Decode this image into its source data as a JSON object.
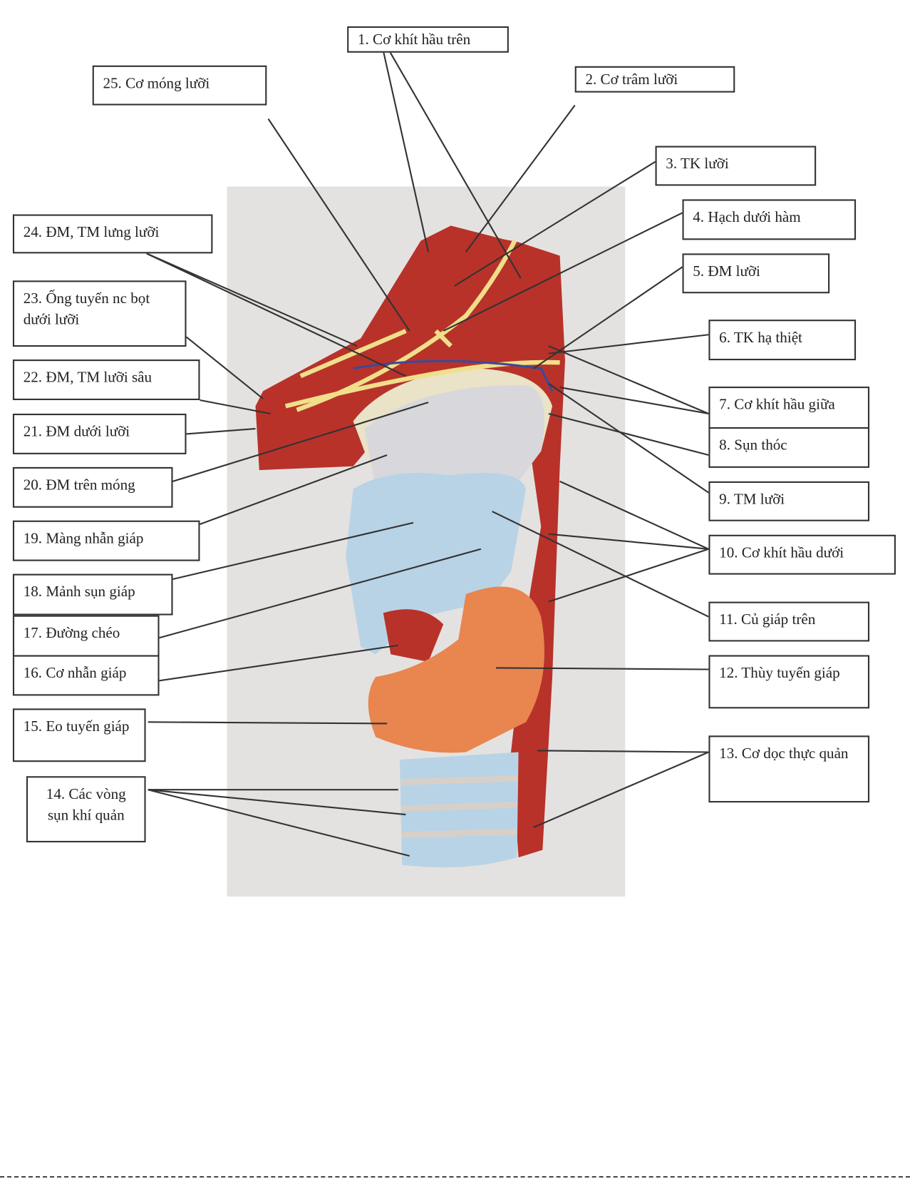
{
  "labels": [
    "1. Cơ khít hầu trên",
    "2. Cơ trâm lưỡi",
    "3. TK lưỡi",
    "4. Hạch dưới hàm",
    "5. ĐM lưỡi",
    "6. TK hạ thiệt",
    "7. Cơ khít hầu giữa",
    "8. Sụn thóc",
    "9. TM lưỡi",
    "10. Cơ khít hầu dưới",
    "11. Củ giáp trên",
    "12. Thùy tuyến giáp",
    "13. Cơ dọc thực quản",
    "14. Các vòng sụn khí quản",
    "15. Eo tuyến giáp",
    "16. Cơ nhẫn giáp",
    "17. Đường chéo",
    "18. Mảnh sụn giáp",
    "19. Màng nhẫn giáp",
    "20. ĐM trên móng",
    "21. ĐM dưới lưỡi",
    "22. ĐM, TM lưỡi sâu",
    "23. Ống tuyến nc bọt dưới lưỡi",
    "24. ĐM, TM lưng lưỡi",
    "25. Cơ móng lưỡi"
  ],
  "colors": {
    "muscle": "#b8322a",
    "nerve": "#f0df8a",
    "cartilage": "#b9d3e6",
    "thyroid": "#e9854f",
    "background": "#e4e2e0"
  }
}
